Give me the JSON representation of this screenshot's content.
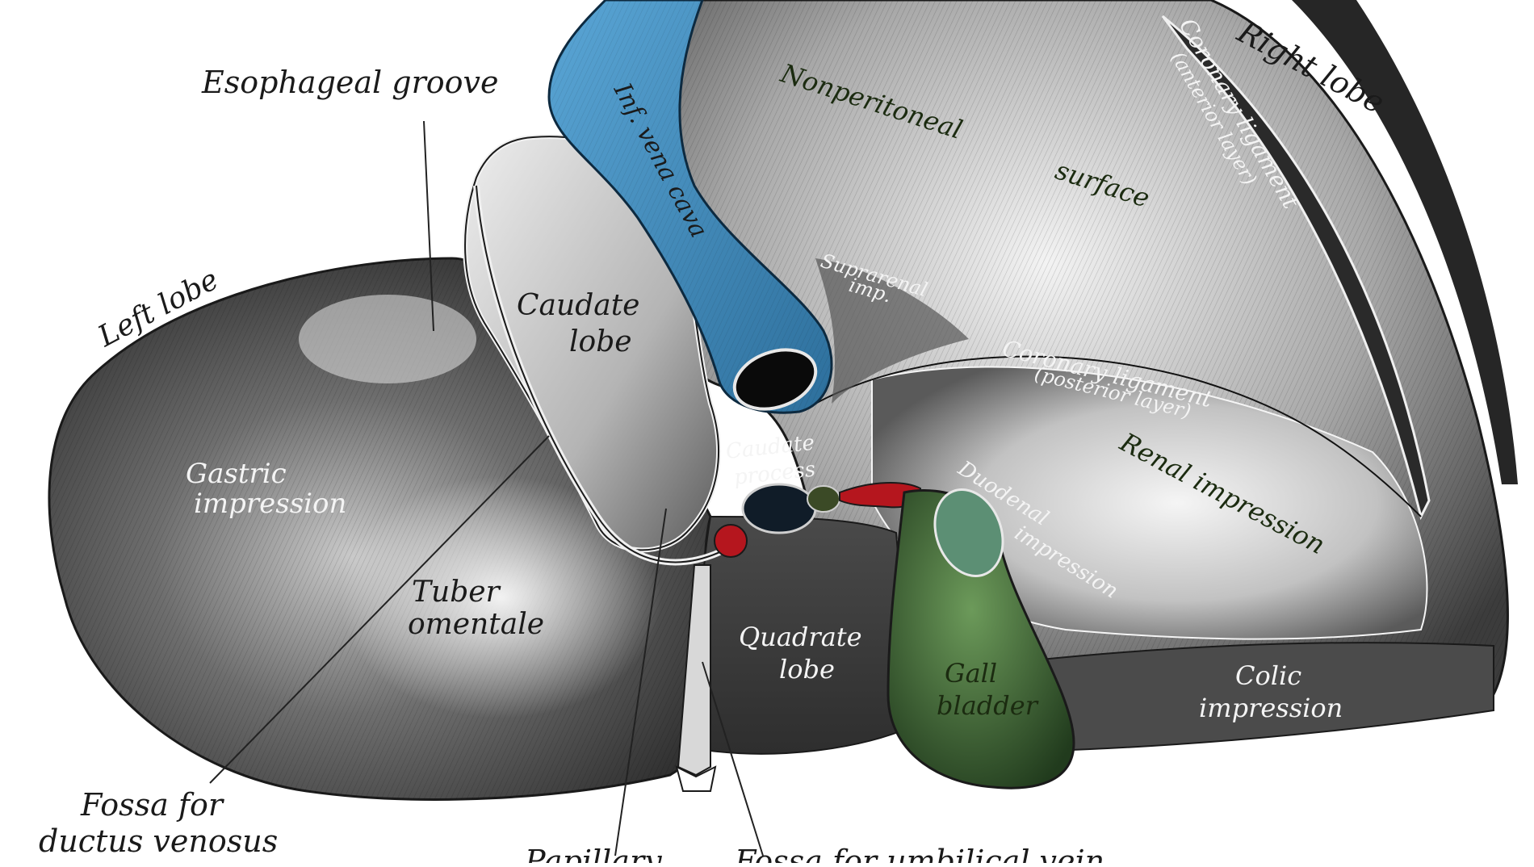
{
  "figure": {
    "labels": {
      "right_lobe": "Right lobe",
      "coronary_anterior_1": "Coronary ligament",
      "coronary_anterior_2": "(anterior layer)",
      "esophageal_groove": "Esophageal groove",
      "inf_vena_cava": "Inf. vena cava",
      "nonperitoneal_1": "Nonperitoneal",
      "nonperitoneal_2": "surface",
      "left_lobe": "Left lobe",
      "suprarenal_1": "Suprarenal",
      "suprarenal_2": "imp.",
      "caudate_lobe_1": "Caudate",
      "caudate_lobe_2": "lobe",
      "coronary_posterior_1": "Coronary ligament",
      "coronary_posterior_2": "(posterior layer)",
      "caudate_process_1": "Caudate",
      "caudate_process_2": "process",
      "gastric_1": "Gastric",
      "gastric_2": "impression",
      "renal_impression": "Renal impression",
      "duodenal_1": "Duodenal",
      "duodenal_2": "impression",
      "tuber_1": "Tuber",
      "tuber_2": "omentale",
      "quadrate_1": "Quadrate",
      "quadrate_2": "lobe",
      "gall_1": "Gall",
      "gall_2": "bladder",
      "colic_1": "Colic",
      "colic_2": "impression",
      "fossa_ductus_1": "Fossa for",
      "fossa_ductus_2": "ductus venosus",
      "papillary": "Papillary",
      "fossa_umbilical": "Fossa for umbilical vein"
    },
    "colors": {
      "vena_cava": "#3f8fc4",
      "gall_bladder": "#3f6b37",
      "artery": "#b5161e",
      "liver_dark": "#3a3a3a",
      "liver_light": "#dcdcdc"
    }
  }
}
